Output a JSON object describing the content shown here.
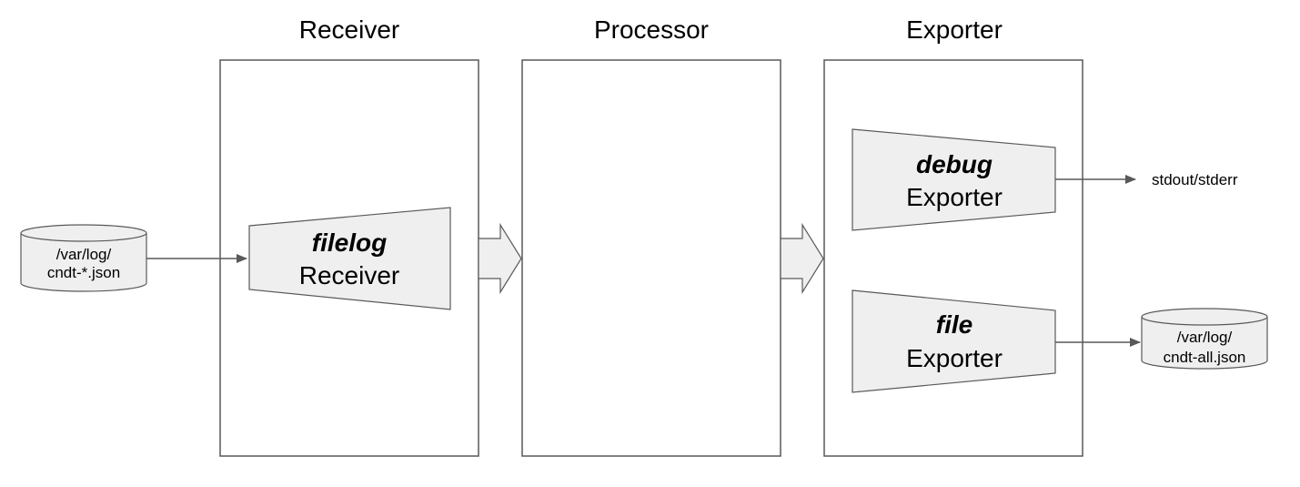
{
  "columns": {
    "receiver": "Receiver",
    "processor": "Processor",
    "exporter": "Exporter"
  },
  "source": {
    "line1": "/var/log/",
    "line2": "cndt-*.json"
  },
  "filelog": {
    "name": "filelog",
    "kind": "Receiver"
  },
  "debug": {
    "name": "debug",
    "kind": "Exporter"
  },
  "file": {
    "name": "file",
    "kind": "Exporter"
  },
  "stdout_label": "stdout/stderr",
  "dest": {
    "line1": "/var/log/",
    "line2": "cndt-all.json"
  },
  "colors": {
    "stroke": "#595959",
    "fill": "#efefef",
    "arrow": "#595959"
  }
}
